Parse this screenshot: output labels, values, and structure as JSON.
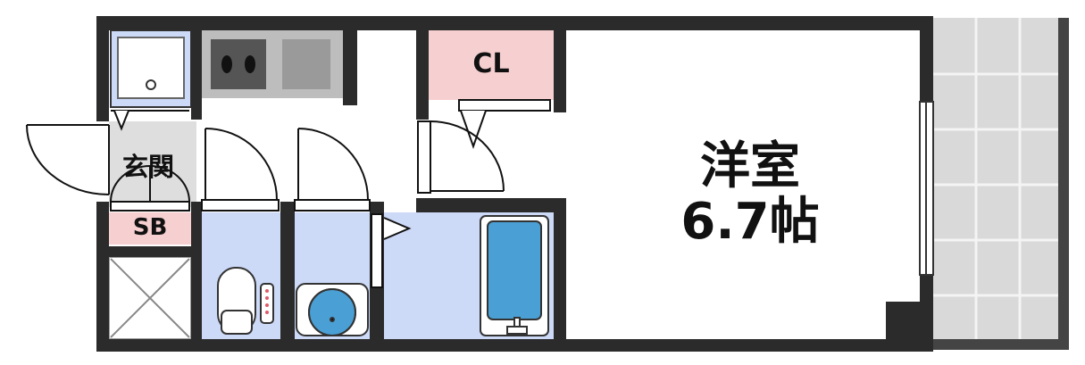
{
  "rooms": {
    "western": {
      "name": "洋室",
      "size": "6.7帖"
    },
    "closet": {
      "label": "CL"
    },
    "entrance": {
      "label": "玄関"
    },
    "shoe_box": {
      "label": "SB"
    }
  },
  "colors": {
    "wall": "#2b2b2b",
    "wet_area": "#ccd9f7",
    "closet_fill": "#f6cfd0",
    "entrance_floor": "#dedede",
    "balcony": "#d9d9d9",
    "kitchen": "#bdbdbd",
    "bath_tub": "#4a9fd4"
  }
}
